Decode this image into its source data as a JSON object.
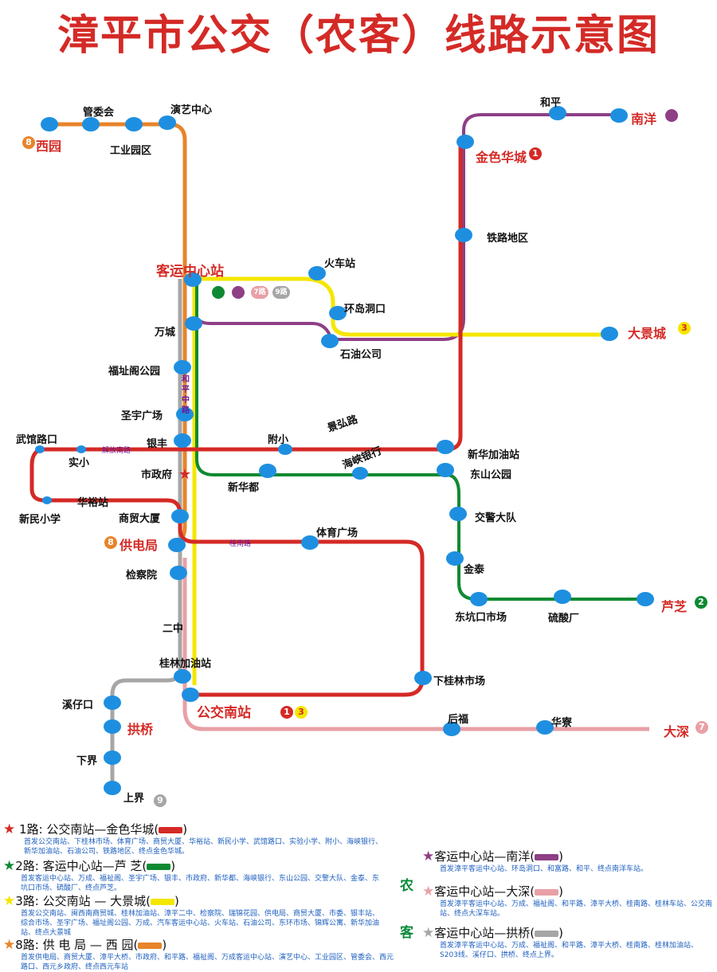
{
  "title": "漳平市公交（农客）线路示意图",
  "colors": {
    "line1": "#d42a26",
    "line2": "#0f8a32",
    "line3": "#f5e600",
    "line8": "#e8842a",
    "lineNanyang": "#8e3f86",
    "lineDashen": "#e8a0a6",
    "lineGongqiao": "#a6a6a6",
    "station": "#1e8fe0"
  },
  "stations": {
    "guanweihui": "管委会",
    "yanyi": "演艺中心",
    "xiyuan": "西园",
    "gongyeyuan": "工业园区",
    "heping": "和平",
    "nanyang": "南洋",
    "jinsehuacheng": "金色华城",
    "tielu": "铁路地区",
    "keyun": "客运中心站",
    "huochezhan": "火车站",
    "huandao": "环岛洞口",
    "shiyou": "石油公司",
    "dajingcheng": "大景城",
    "wancheng": "万城",
    "fuzhige": "福址阁公园",
    "shengyu": "圣宇广场",
    "jinghong": "景弘路",
    "wuguan": "武馆路口",
    "yinfeng": "银丰",
    "fuxiao": "附小",
    "haixia": "海峡银行",
    "xinhuajiayou": "新华加油站",
    "shixiao": "实小",
    "zhengfu": "市政府",
    "xinhuadu": "新华都",
    "dongshan": "东山公园",
    "huayu": "华裕站",
    "xinmin": "新民小学",
    "shangmao": "商贸大厦",
    "jiaojing": "交警大队",
    "gongdian": "供电局",
    "tiyu": "体育广场",
    "jiancha": "检察院",
    "jintai": "金泰",
    "dongkeng": "东坑口市场",
    "liusuan": "硫酸厂",
    "luzhi": "芦芝",
    "erzhong": "二中",
    "guilin": "桂林加油站",
    "xiaguilin": "下桂林市场",
    "xizaikou": "溪仔口",
    "gongnan": "公交南站",
    "gongqiao": "拱桥",
    "houfu": "后福",
    "huacha": "华寮",
    "dashen": "大深",
    "xiajie": "下界",
    "shangjie": "上界"
  },
  "roads": {
    "hepinglu_chars": [
      "和",
      "平",
      "中",
      "路"
    ],
    "jiefangnan": "解放南路",
    "guinan": "桂南路"
  },
  "badges": {
    "b1": "1",
    "b2": "2",
    "b3": "3",
    "b7": "7",
    "b8": "8",
    "b9": "9",
    "b7lu": "7路",
    "b9lu": "9路"
  },
  "legend": {
    "nong": "农",
    "ke": "客",
    "routes": [
      {
        "name": "1路: 公交南站—金色华城(",
        "desc": "首发公交南站、下桂林市场、体育广场、商贸大厦、华裕站、新民小学、武馆路口、实验小学、附小、海峡银行、新华加油站、石油公司、铁路地区、终点金色华城。"
      },
      {
        "name": "2路: 客运中心站—芦 芝(",
        "desc": "首发客运中心站、万成、福祉阁、圣宇广场、银丰、市政府、新华都、海峡银行、东山公园、交警大队、金泰、东坑口市场、硫酸厂、终点芦芝。"
      },
      {
        "name": "3路: 公交南站 — 大景城(",
        "desc": "首发公交南站、闽西南商贸城、桂林加油站、漳平二中、检察院、瑞锦花园、供电局、商贸大厦、市委、银丰站、综合市场、圣宇广场、福址阁公园、万成、汽车客运中心站、火车站、石油公司、东环市场、锦辉公寓、新华加油站、终点大景城"
      },
      {
        "name": "8路: 供 电 局  —  西  园(",
        "desc": "首发供电局、商贸大厦、漳平大桥、市政府、和平路、福祉阁、万成客运中心站、演艺中心、工业园区、管委会、西元路口、西元乡政府、终点西元车站"
      },
      {
        "name": "客运中心站—南洋(",
        "desc": "首发漳平客运中心站、环岛洞口、和富路、和平、终点南洋车站。"
      },
      {
        "name": "客运中心站—大深(",
        "desc": "首发漳平客运中心站、万成、福祉阁、和平路、漳平大桥、桂南路、桂林车站、公交南站、终点大深车站。"
      },
      {
        "name": "客运中心站—拱桥(",
        "desc": "首发漳平客运中心站、万成、福祉阁、和平路、漳平大桥、桂南路、桂林加油站、S203线、溪仔口、拱桥、终点上界。"
      }
    ],
    "close": ")"
  }
}
